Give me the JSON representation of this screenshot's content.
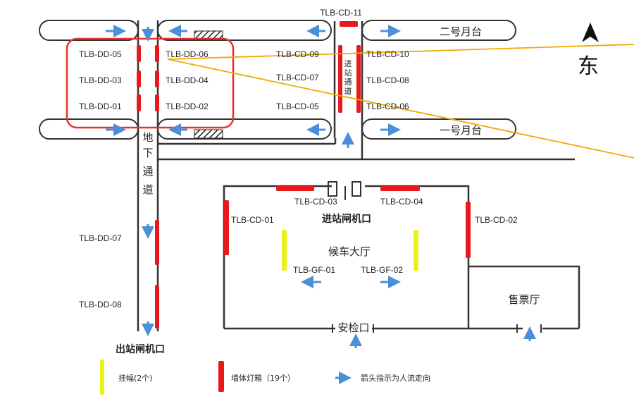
{
  "top_label": "TLB-CD-11",
  "platforms": {
    "two": "二号月台",
    "one": "一号月台"
  },
  "north": {
    "label": "东"
  },
  "underpass": [
    "地",
    "下",
    "通",
    "道"
  ],
  "entry_passage": [
    "进",
    "站",
    "通",
    "道"
  ],
  "light_boxes_left": [
    "TLB-DD-05",
    "TLB-DD-06",
    "TLB-DD-03",
    "TLB-DD-04",
    "TLB-DD-01",
    "TLB-DD-02"
  ],
  "light_boxes_right": [
    "TLB-CD-09",
    "TLB-CD-10",
    "TLB-CD-07",
    "TLB-CD-08",
    "TLB-CD-05",
    "TLB-CD-06"
  ],
  "hall": {
    "gate_labels": [
      "TLB-CD-03",
      "TLB-CD-04"
    ],
    "gate_title": "进站闸机口",
    "side_left": "TLB-CD-01",
    "side_right": "TLB-CD-02",
    "waiting_room": "候车大厅",
    "gf_left": "TLB-GF-01",
    "gf_right": "TLB-GF-02",
    "security": "安检口",
    "ticket_hall": "售票厅"
  },
  "underpass_boxes": [
    "TLB-DD-07",
    "TLB-DD-08"
  ],
  "exit_gate": "出站闸机口",
  "legend": {
    "banner": "挂幅(2个)",
    "wall_box": "墙体灯箱（19个）",
    "arrow": "箭头指示为人流走向"
  },
  "colors": {
    "red": "#e8181c",
    "yellow": "#eaf21a",
    "arrow": "#4a90d9",
    "highlight": "#e8312f",
    "ray": "#f0a800"
  }
}
